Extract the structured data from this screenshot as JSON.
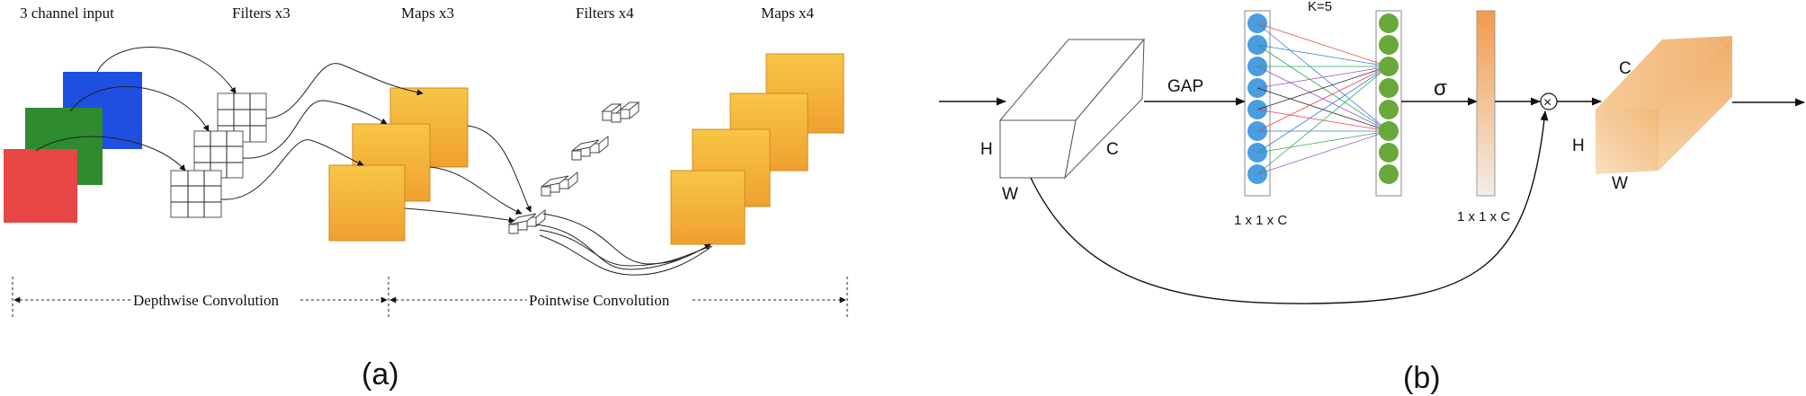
{
  "panel_a": {
    "label": "(a)",
    "input_label": "3 channel  input",
    "filters_label": "Filters x3",
    "maps_label": "Maps x3",
    "filters4_label": "Filters x4",
    "maps4_label": "Maps x4",
    "depthwise_label": "Depthwise Convolution",
    "pointwise_label": "Pointwise Convolution",
    "colors": {
      "input_blue": "#1f4fe0",
      "input_green": "#2e8b2e",
      "input_red": "#e84545",
      "map_orange_top": "#f7c646",
      "map_orange_bottom": "#f0a030"
    }
  },
  "panel_b": {
    "label": "(b)",
    "gap_label": "GAP",
    "k_label": "K=5",
    "sigma_label": "σ",
    "input_h": "H",
    "input_w": "W",
    "input_c": "C",
    "vec1_label": "1 x 1 x C",
    "vec2_label": "1 x 1 x C",
    "out_c": "C",
    "out_h": "H",
    "out_w": "W",
    "multiply_symbol": "×",
    "colors": {
      "blue_node": "#4a9de0",
      "green_node": "#69a83a",
      "bar_top": "#f39a4a",
      "bar_bottom": "#f2eee8",
      "out_cube": "#f4c896"
    }
  }
}
